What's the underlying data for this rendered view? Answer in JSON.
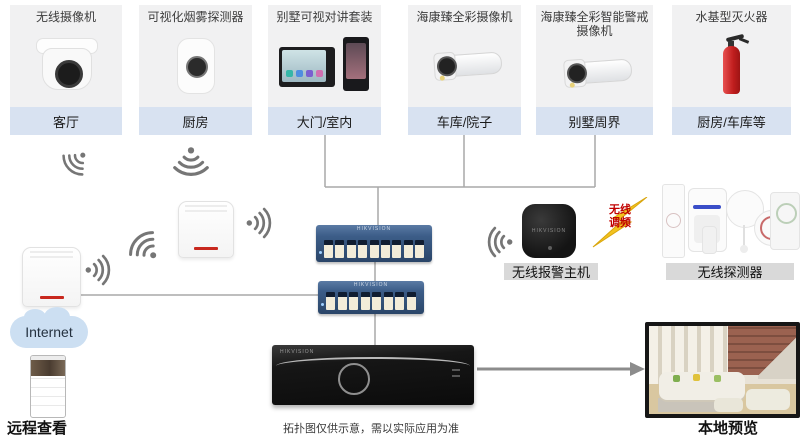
{
  "cards": [
    {
      "title": "无线摄像机",
      "location": "客厅"
    },
    {
      "title": "可视化烟雾探测器",
      "location": "厨房"
    },
    {
      "title": "别墅可视对讲套装",
      "location": "大门/室内"
    },
    {
      "title": "海康臻全彩摄像机",
      "location": "车库/院子"
    },
    {
      "title": "海康臻全彩智能警戒摄像机",
      "location": "别墅周界"
    },
    {
      "title": "水基型灭火器",
      "location": "厨房/车库等"
    }
  ],
  "labels": {
    "internet": "Internet",
    "remote_view": "远程查看",
    "local_preview": "本地预览",
    "alarm_host": "无线报警主机",
    "wireless_detectors": "无线探测器",
    "wireless_fm": "无线调频",
    "disclaimer": "拓扑图仅供示意，需以实际应用为准",
    "brand": "HIKVISION"
  },
  "colors": {
    "card_body": "#f1f1f2",
    "card_footer": "#d8e2f1",
    "label_bg": "#d9d9d9",
    "cloud_blue": "#ccdff2",
    "line_gray": "#a8a8a8",
    "switch_blue": "#3c5d88",
    "bolt_gold": "#f2c21f",
    "fm_text_red": "#c00000"
  }
}
